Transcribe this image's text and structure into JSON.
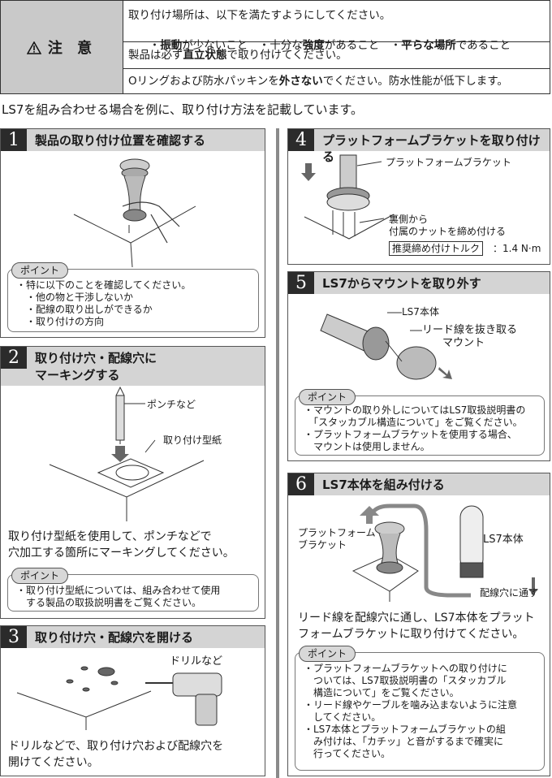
{
  "caution": {
    "title": "注 意",
    "row1_line1": "取り付け場所は、以下を満たすようにしてください。",
    "row1_line2_parts": [
      "・",
      "振動",
      "が少ないこと　・十分な",
      "強度",
      "があること　・",
      "平らな場所",
      "であること"
    ],
    "row2_parts": [
      "製品は必ず",
      "直立状態",
      "で取り付けてください。"
    ],
    "row3_parts": [
      "Oリングおよび防水パッキンを",
      "外さない",
      "でください。防水性能が低下します。"
    ]
  },
  "intro": "LS7を組み合わせる場合を例に、取り付け方法を記載しています。",
  "step1": {
    "num": "1",
    "title": "製品の取り付け位置を確認する",
    "point_label": "ポイント",
    "point_lines": [
      "・特に以下のことを確認してください。",
      "　・他の物と干渉しないか",
      "　・配線の取り出しができるか",
      "　・取り付けの方向"
    ]
  },
  "step2": {
    "num": "2",
    "title_line1": "取り付け穴・配線穴に",
    "title_line2": "マーキングする",
    "label_punch": "ポンチなど",
    "label_template": "取り付け型紙",
    "body": "取り付け型紙を使用して、ポンチなどで\n穴加工する箇所にマーキングしてください。",
    "point_label": "ポイント",
    "point_lines": [
      "・取り付け型紙については、組み合わせて使用",
      "　する製品の取扱説明書をご覧ください。"
    ]
  },
  "step3": {
    "num": "3",
    "title": "取り付け穴・配線穴を開ける",
    "label_drill": "ドリルなど",
    "body": "ドリルなどで、取り付け穴および配線穴を\n開けてください。"
  },
  "step4": {
    "num": "4",
    "title": "プラットフォームブラケットを取り付ける",
    "label_bracket": "プラットフォームブラケット",
    "label_nut": "裏側から\n付属のナットを締め付ける",
    "torque_label": "推奨締め付けトルク",
    "torque_value": "：1.4 N·m"
  },
  "step5": {
    "num": "5",
    "title": "LS7からマウントを取り外す",
    "label_body": "LS7本体",
    "label_lead": "リード線を抜き取る",
    "label_mount": "マウント",
    "point_label": "ポイント",
    "point_lines": [
      "・マウントの取り外しについてはLS7取扱説明書の",
      "　「スタッカブル構造について」をご覧ください。",
      "・プラットフォームブラケットを使用する場合、",
      "　マウントは使用しません。"
    ]
  },
  "step6": {
    "num": "6",
    "title": "LS7本体を組み付ける",
    "label_bracket": "プラットフォーム\nブラケット",
    "label_body": "LS7本体",
    "label_hole": "配線穴に通す",
    "body": "リード線を配線穴に通し、LS7本体をプラット\nフォームブラケットに取り付けてください。",
    "point_label": "ポイント",
    "point_lines": [
      "・プラットフォームブラケットへの取り付けに",
      "　ついては、LS7取扱説明書の「スタッカブル",
      "　構造について」をご覧ください。",
      "・リード線やケーブルを噛み込まないように注意",
      "　してください。",
      "・LS7本体とプラットフォームブラケットの組",
      "　み付けは、「カチッ」と音がするまで確実に",
      "　行ってください。"
    ]
  }
}
